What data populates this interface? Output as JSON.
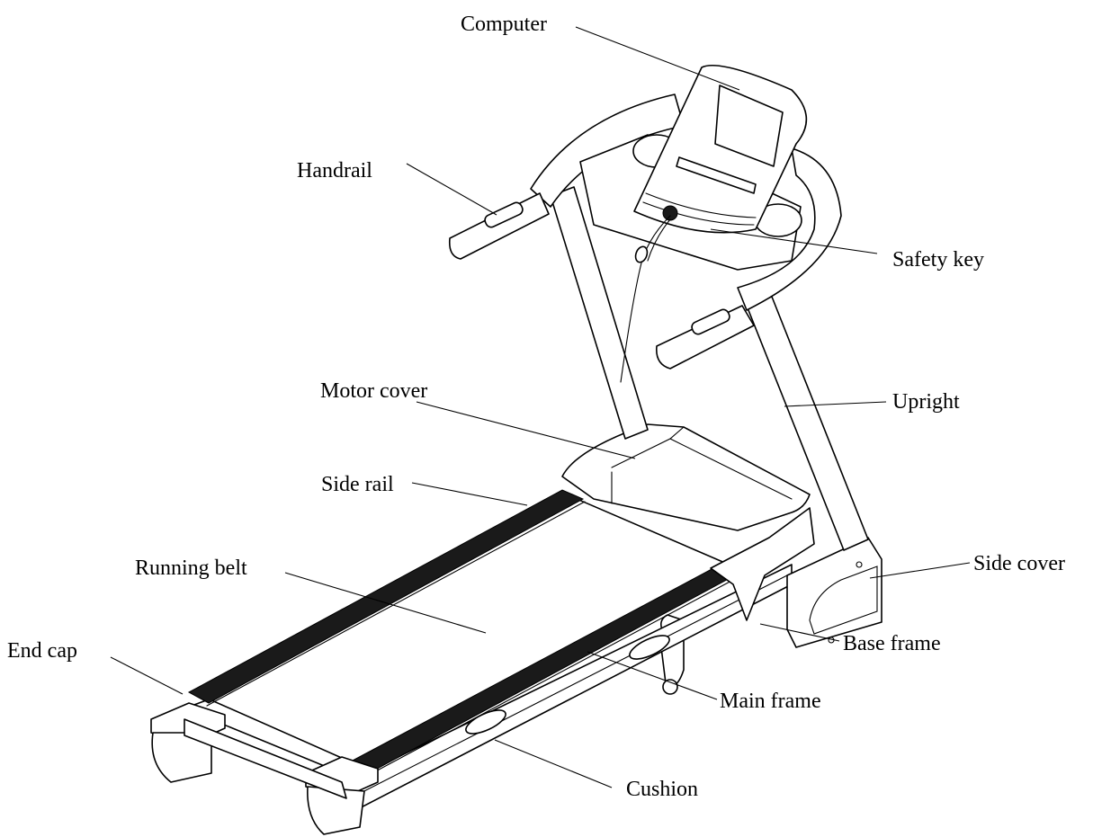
{
  "labels": {
    "computer": "Computer",
    "handrail": "Handrail",
    "safety_key": "Safety key",
    "upright": "Upright",
    "motor_cover": "Motor cover",
    "side_rail": "Side rail",
    "running_belt": "Running belt",
    "side_cover": "Side cover",
    "end_cap": "End cap",
    "base_frame": "Base frame",
    "main_frame": "Main frame",
    "cushion": "Cushion"
  }
}
